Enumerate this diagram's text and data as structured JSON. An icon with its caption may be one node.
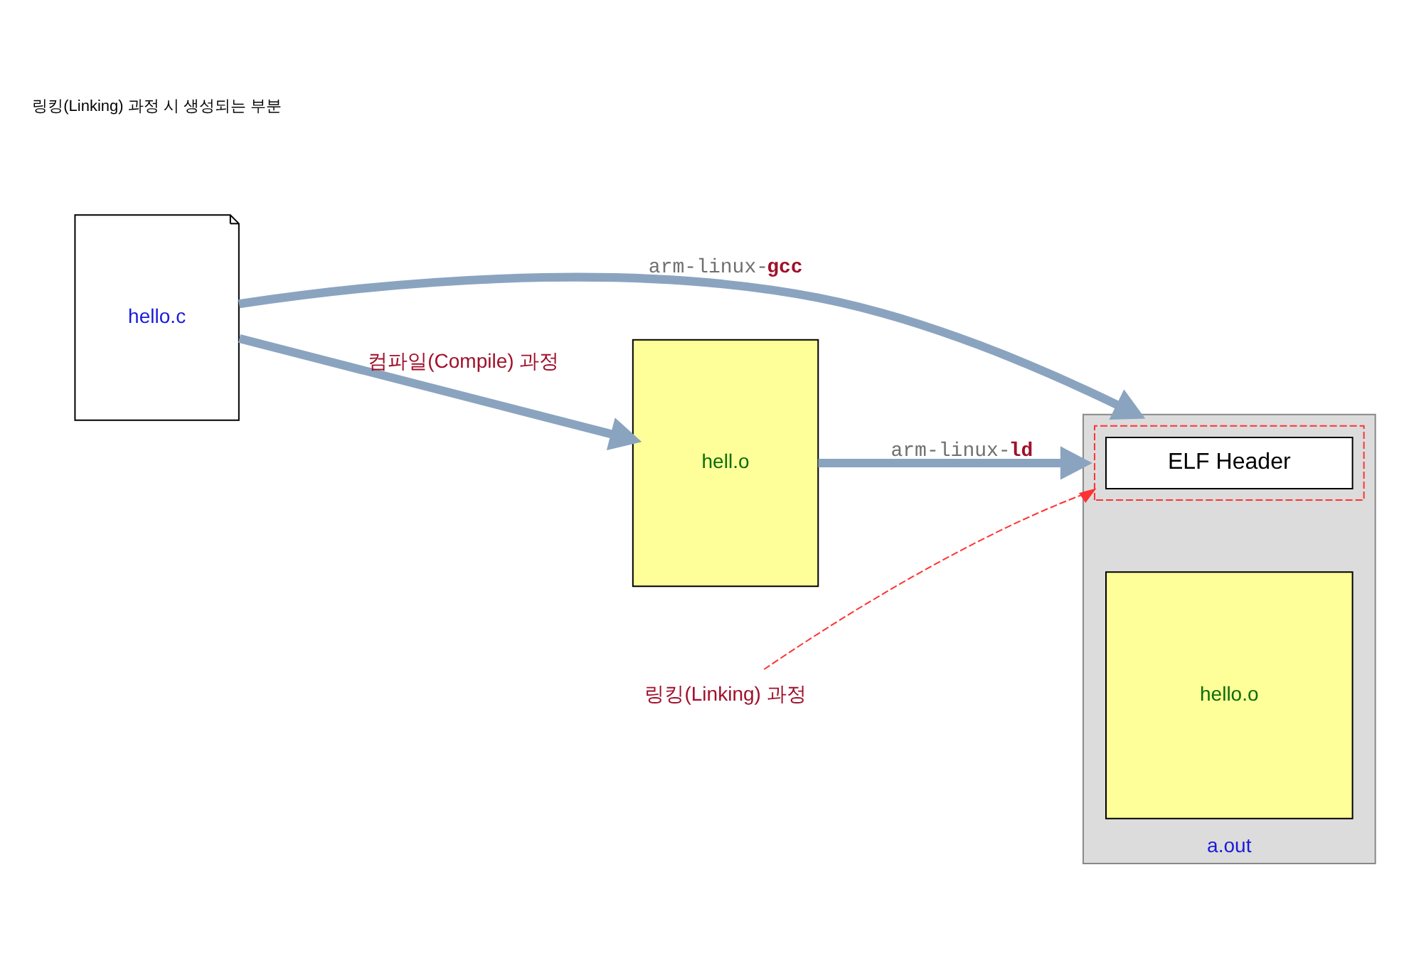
{
  "diagram": {
    "nodes": [
      {
        "text": [
          "hello.c"
        ]
      },
      {
        "text": [
          "a.out"
        ]
      },
      {
        "text": [],
        "shape": "box",
        "in": 1
      },
      {
        "text": [
          "ELF Header"
        ],
        "in": 2
      },
      {
        "text": [
          "hello.o"
        ],
        "in": 1
      },
      {
        "text": [
          "hell.o"
        ]
      },
      {
        "text": [
          "링킹(Linking) 과정"
        ]
      }
    ],
    "edges": [
      {
        "from": 0,
        "to": 1,
        "arrow": "to",
        "label": "arm-linux-**gcc**"
      },
      {
        "from": 0,
        "to": 5,
        "arrow": "to",
        "label": "컴파일(Compile) 과정"
      },
      {
        "from": 5,
        "to": 1,
        "arrow": "to",
        "label": "arm-linux-**ld**"
      },
      {
        "from": 6,
        "to": 2,
        "arrow": "to",
        "style": "dashed",
        "color": "#ff3333"
      }
    ],
    "labels": [
      "링킹(Linking) 과정 시 생성되는 부분"
    ]
  }
}
